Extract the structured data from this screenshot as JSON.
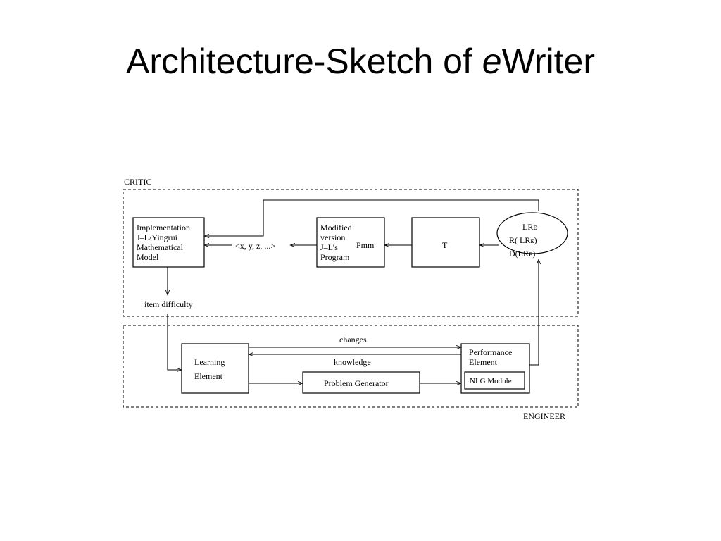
{
  "slide": {
    "title_prefix": "Architecture-Sketch of ",
    "title_italic": "e",
    "title_suffix": "Writer"
  },
  "diagram": {
    "critic_label": "CRITIC",
    "engineer_label": "ENGINEER",
    "implementation_lines": [
      "Implementation",
      "J–L/Yingrui",
      "Mathematical",
      "Model"
    ],
    "tuple_label": "<x, y, z, ...>",
    "modified_lines": [
      "Modified",
      "version",
      "J–L’s",
      "Program"
    ],
    "pmm_label": "Pmm",
    "t_label": "T",
    "lre_lines": [
      "LRᴇ",
      "R( LRᴇ)",
      "D(LRᴇ)"
    ],
    "item_difficulty": "item difficulty",
    "changes": "changes",
    "knowledge": "knowledge",
    "learning_lines": [
      "Learning",
      "Element"
    ],
    "problem_generator": "Problem Generator",
    "performance_lines": [
      "Performance",
      "Element"
    ],
    "nlg_module": "NLG Module"
  }
}
